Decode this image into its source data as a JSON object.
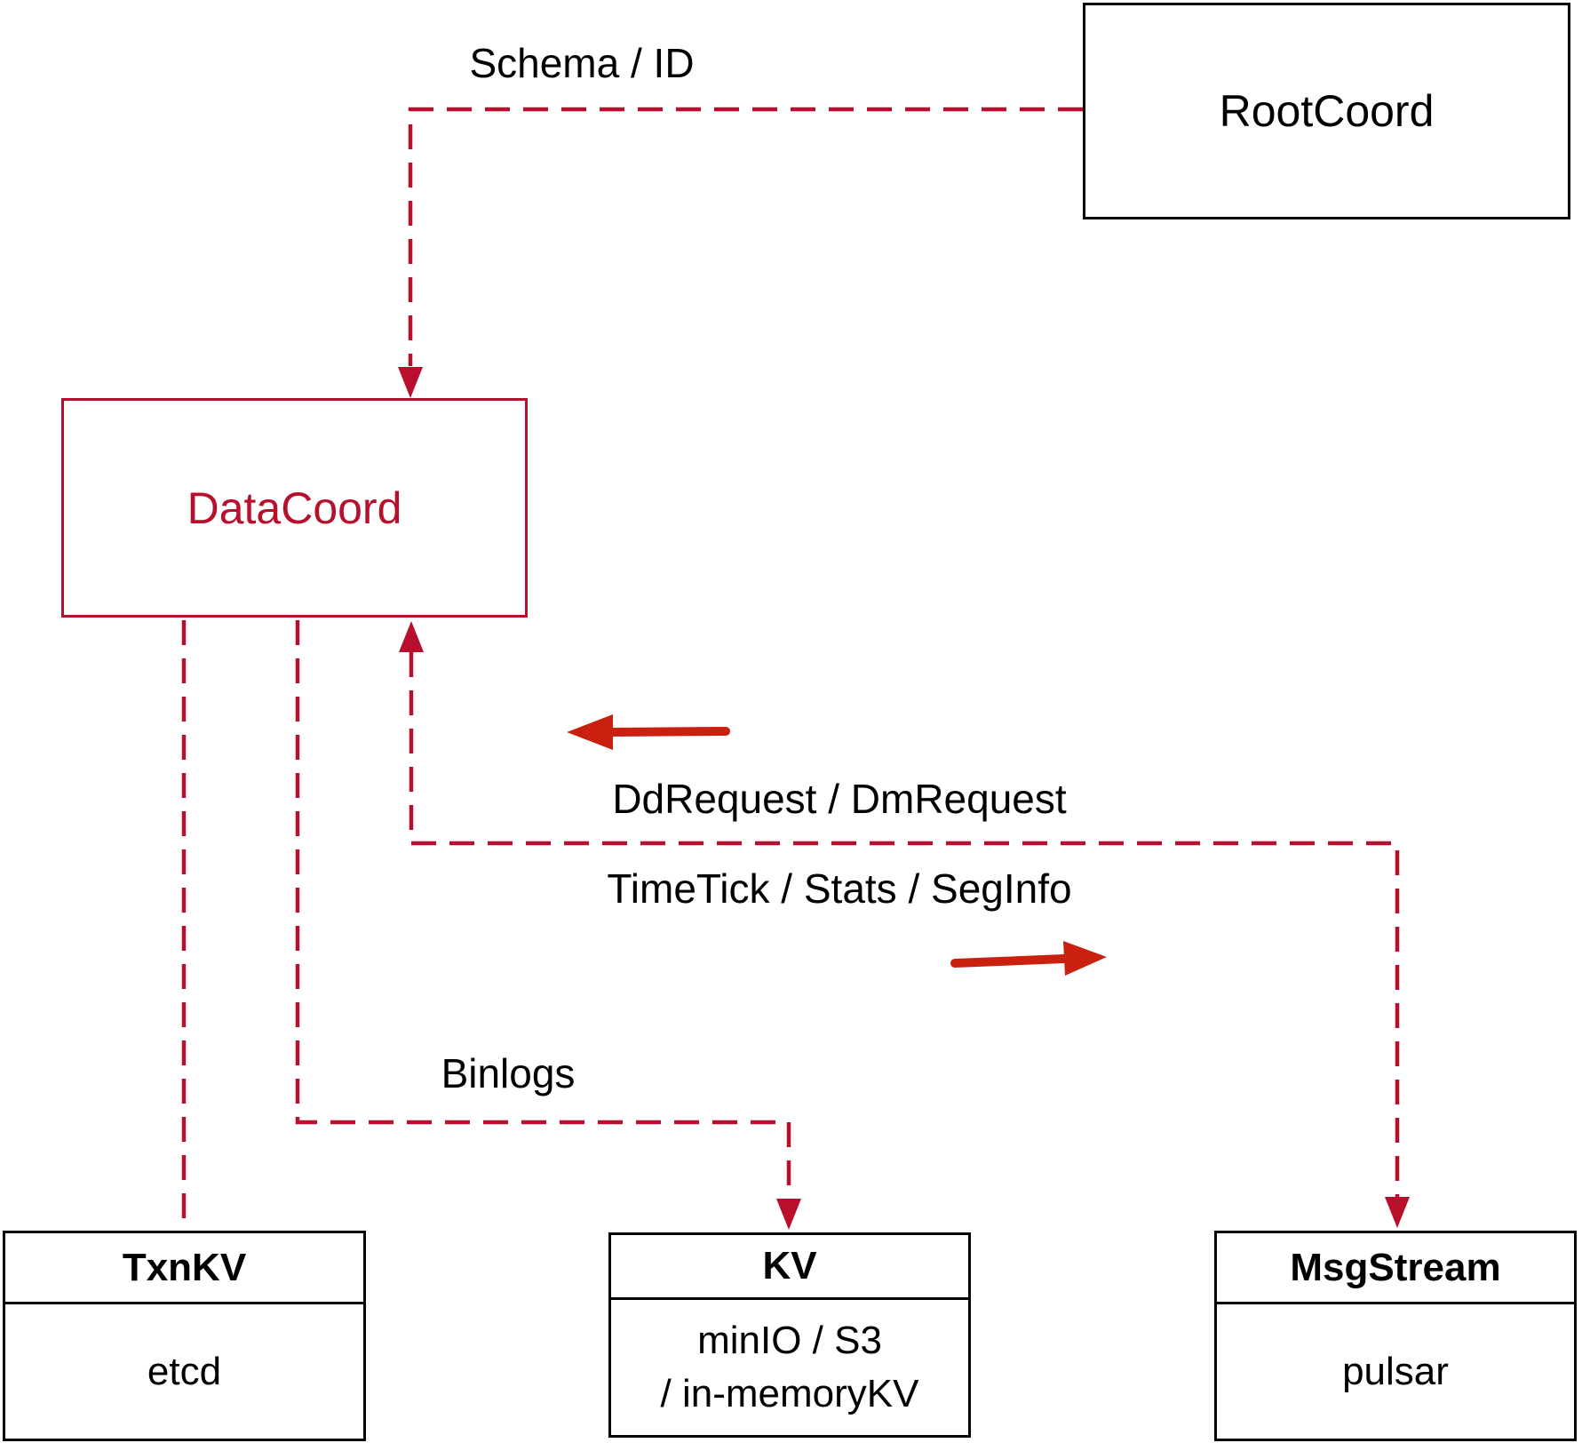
{
  "diagram": {
    "nodes": {
      "rootcoord": {
        "label": "RootCoord"
      },
      "datacoord": {
        "label": "DataCoord"
      },
      "txnkv": {
        "title": "TxnKV",
        "body": "etcd"
      },
      "kv": {
        "title": "KV",
        "body_line1": "minIO / S3",
        "body_line2": "/ in-memoryKV"
      },
      "msgstream": {
        "title": "MsgStream",
        "body": "pulsar"
      }
    },
    "edges": {
      "schema_id": {
        "label": "Schema / ID",
        "from": "RootCoord",
        "to": "DataCoord"
      },
      "dd_dm": {
        "label": "DdRequest / DmRequest",
        "direction": "left"
      },
      "timetick": {
        "label": "TimeTick / Stats / SegInfo",
        "direction": "right"
      },
      "binlogs": {
        "label": "Binlogs",
        "from": "DataCoord",
        "to": "KV"
      },
      "txnkv_link": {
        "label": "",
        "from": "DataCoord",
        "to": "TxnKV"
      },
      "msgstream_link": {
        "label": "",
        "from": "DataCoord",
        "to": "MsgStream"
      }
    },
    "colors": {
      "dashed_line": "#b80f2d",
      "solid_arrow": "#c9200f",
      "ink": "#000000"
    }
  }
}
